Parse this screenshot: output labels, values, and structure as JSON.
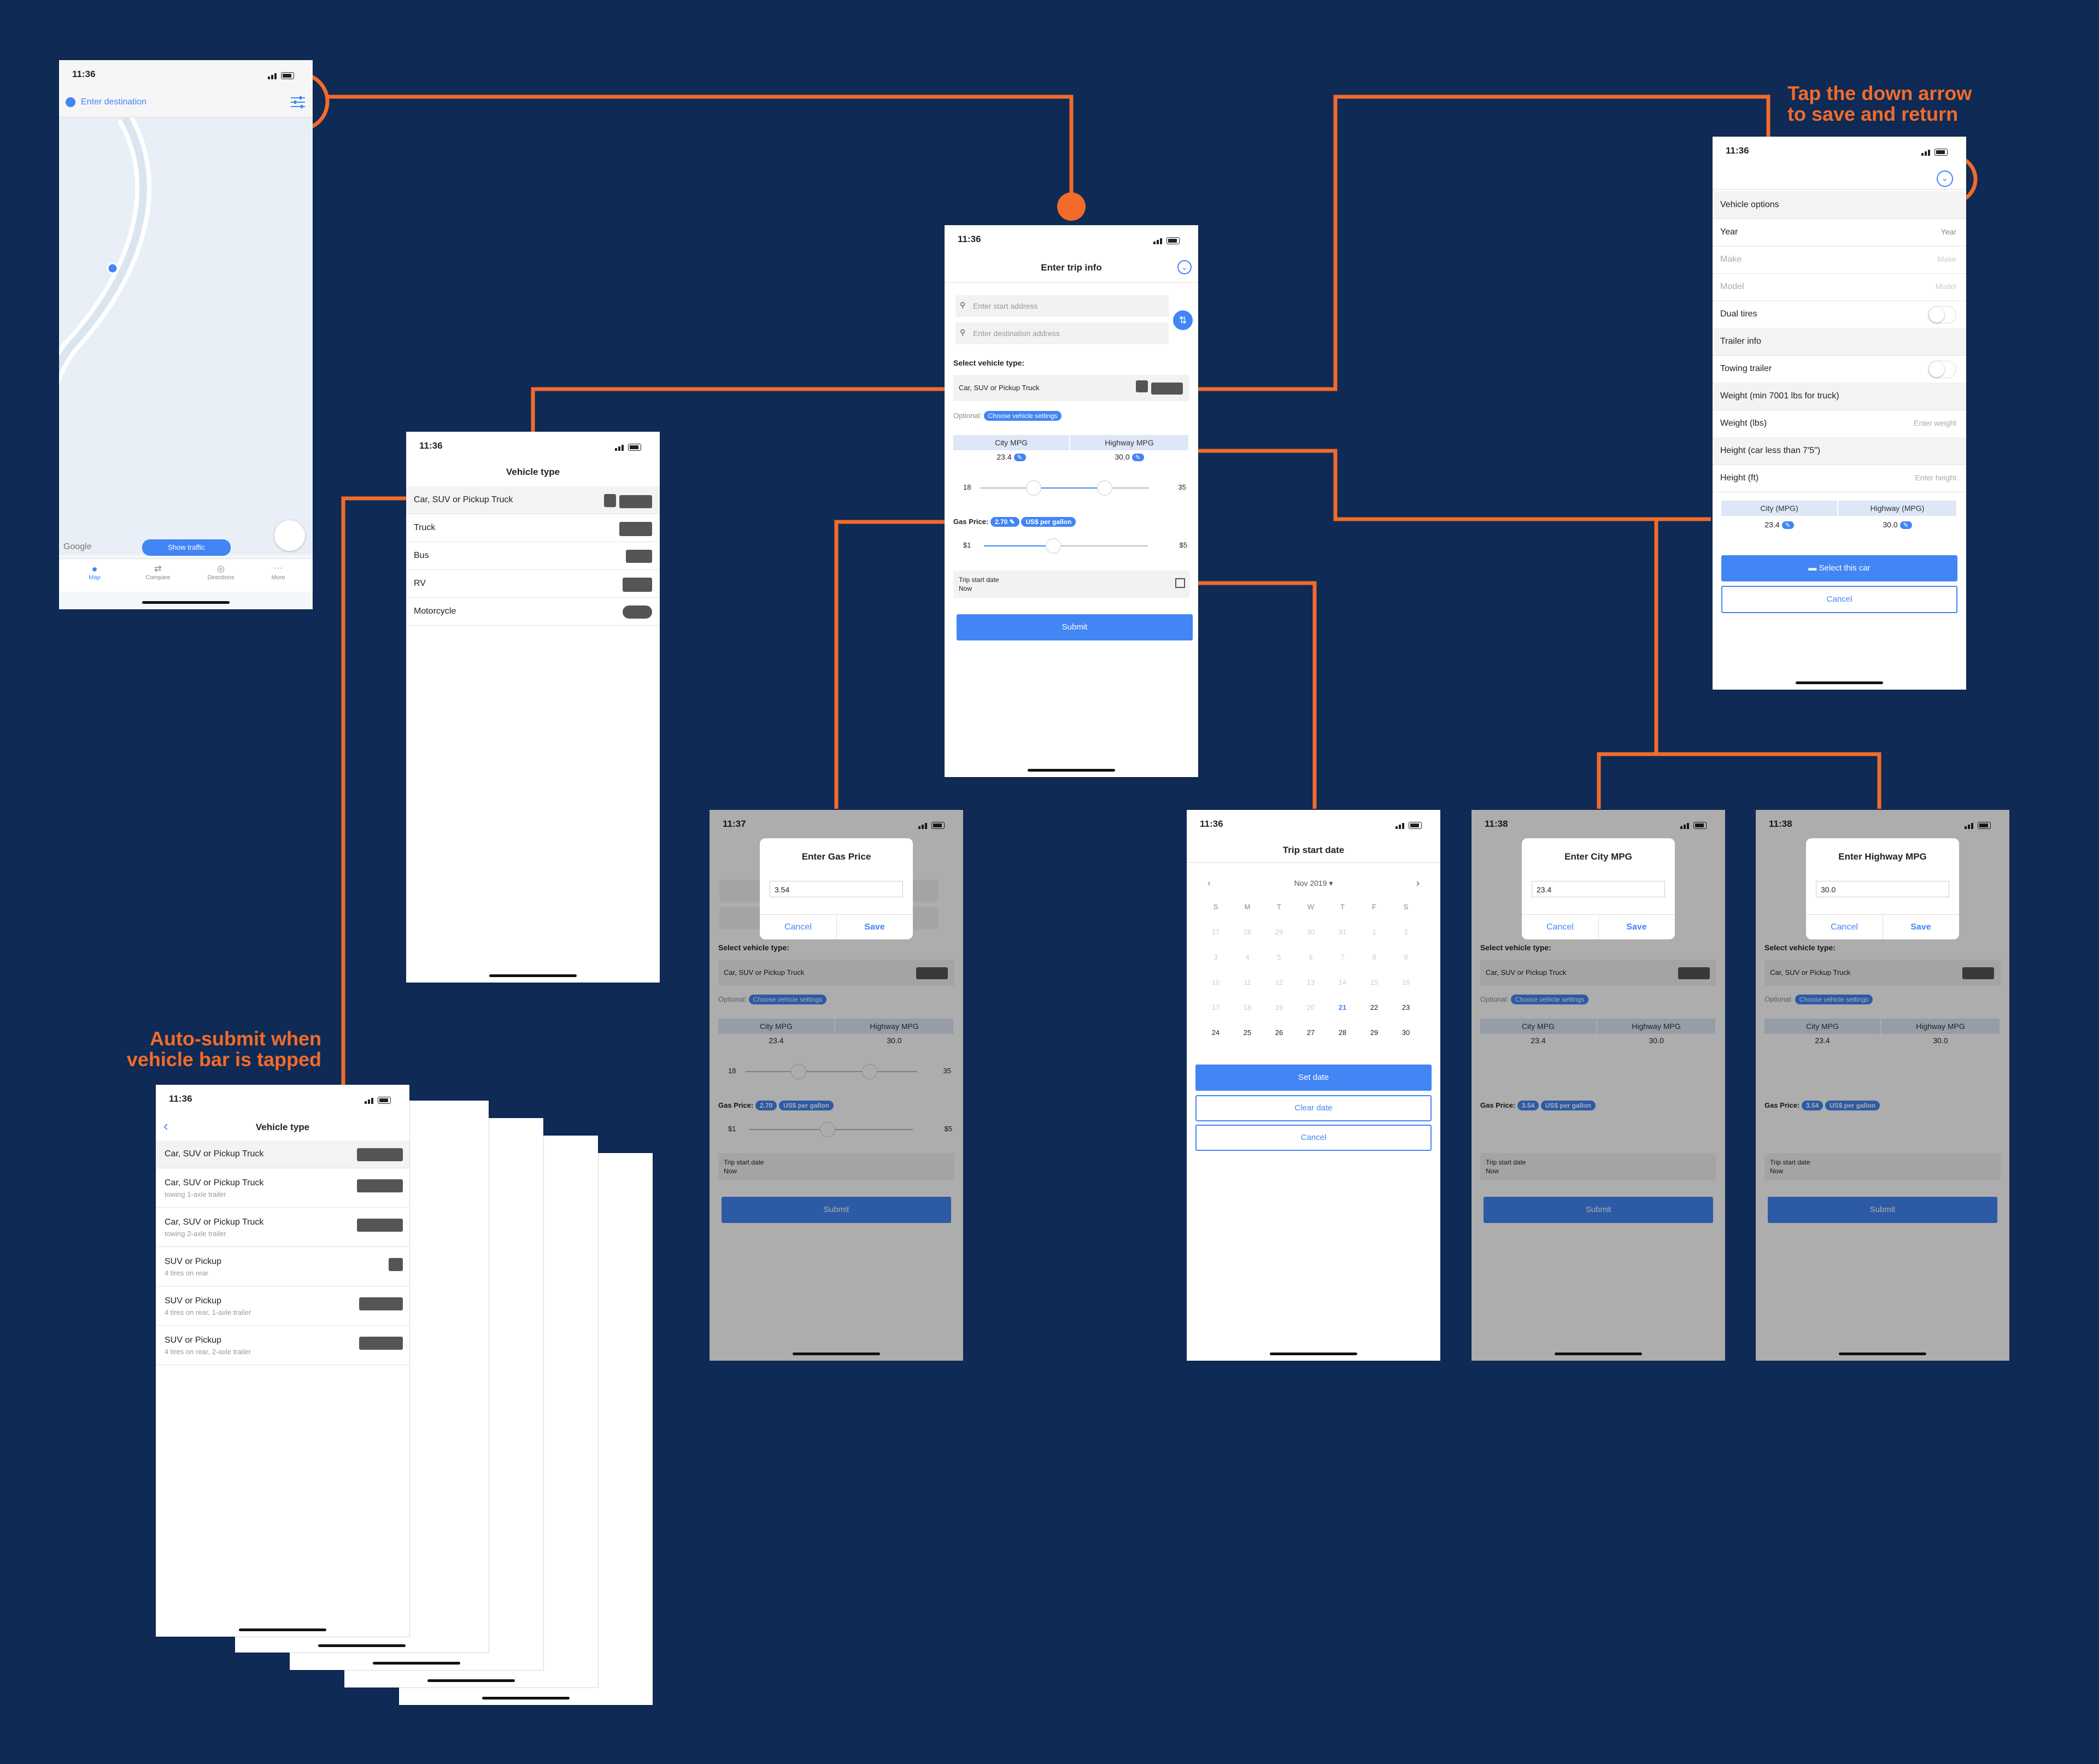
{
  "status_time": "11:36",
  "status_time_b": "11:37",
  "status_time_c": "11:38",
  "map": {
    "search_placeholder": "Enter destination",
    "show_traffic": "Show traffic",
    "google": "Google",
    "tabs": [
      "Map",
      "Compare",
      "Directions",
      "More"
    ]
  },
  "trip": {
    "title": "Enter trip info",
    "start_placeholder": "Enter start address",
    "dest_placeholder": "Enter destination address",
    "select_vehicle_label": "Select vehicle type:",
    "vehicle_value": "Car, SUV or Pickup Truck",
    "optional_label": "Optional:",
    "choose_settings": "Choose vehicle settings",
    "city_mpg_label": "City MPG",
    "highway_mpg_label": "Highway MPG",
    "city_mpg": "23.4",
    "highway_mpg": "30.0",
    "slider_min": "18",
    "slider_max": "35",
    "gas_label": "Gas Price:",
    "gas_value": "2.70",
    "gas_value_edited": "3.54",
    "gas_unit": "US$ per gallon",
    "gas_min": "$1",
    "gas_max": "$5",
    "trip_date_label": "Trip start date",
    "trip_date_value": "Now",
    "submit": "Submit"
  },
  "vehicle_type": {
    "title": "Vehicle type",
    "items": [
      "Car, SUV or Pickup Truck",
      "Truck",
      "Bus",
      "RV",
      "Motorcycle"
    ]
  },
  "vehicle_sub": {
    "title": "Vehicle type",
    "items": [
      {
        "label": "Car, SUV or Pickup Truck",
        "sub": ""
      },
      {
        "label": "Car, SUV or Pickup Truck",
        "sub": "towing 1-axle trailer"
      },
      {
        "label": "Car, SUV or Pickup Truck",
        "sub": "towing 2-axle trailer"
      },
      {
        "label": "SUV or Pickup",
        "sub": "4 tires on rear"
      },
      {
        "label": "SUV or Pickup",
        "sub": "4 tires on rear, 1-axle trailer"
      },
      {
        "label": "SUV or Pickup",
        "sub": "4 tires on rear, 2-axle trailer"
      }
    ]
  },
  "vehicle_options": {
    "rows": [
      "Vehicle options",
      "Year",
      "Make",
      "Model",
      "Dual tires",
      "Trailer info",
      "Towing trailer",
      "Weight (min 7001 lbs for truck)",
      "Weight (lbs)",
      "Height (car less than 7'5\")",
      "Height (ft)"
    ],
    "year": "Year",
    "make": "Make",
    "model": "Model",
    "enter_weight": "Enter weight",
    "enter_height": "Enter height",
    "city_label": "City (MPG)",
    "highway_label": "Highway (MPG)",
    "select_car": "Select this car",
    "cancel": "Cancel"
  },
  "dialogs": {
    "gas_title": "Enter Gas Price",
    "gas_value": "3.54",
    "city_title": "Enter City MPG",
    "city_value": "23.4",
    "hwy_title": "Enter Highway MPG",
    "hwy_value": "30.0",
    "cancel": "Cancel",
    "save": "Save"
  },
  "calendar": {
    "title": "Trip start date",
    "month": "Nov 2019",
    "weekdays": [
      "S",
      "M",
      "T",
      "W",
      "T",
      "F",
      "S"
    ],
    "set_date": "Set date",
    "clear_date": "Clear date",
    "cancel": "Cancel"
  },
  "annotations": {
    "top_right_line1": "Tap the down arrow",
    "top_right_line2": "to save and return",
    "bottom_left_line1": "Auto-submit when",
    "bottom_left_line2": "vehicle bar is tapped"
  },
  "colors": {
    "background": "#0e2a55",
    "accent": "#f26b2a",
    "blue": "#4285f4"
  }
}
